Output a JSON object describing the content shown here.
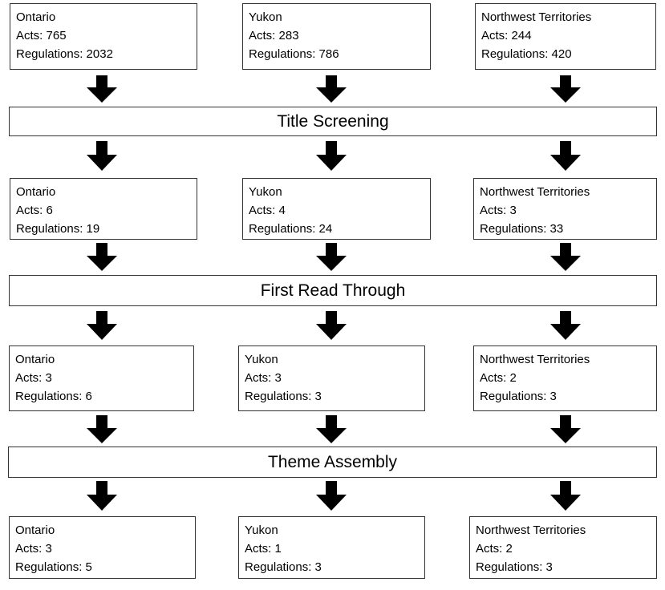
{
  "stages": [
    "Title Screening",
    "First Read Through",
    "Theme Assembly"
  ],
  "rows": [
    [
      {
        "jurisdiction": "Ontario",
        "acts": "Acts: 765",
        "regulations": "Regulations: 2032"
      },
      {
        "jurisdiction": "Yukon",
        "acts": "Acts: 283",
        "regulations": "Regulations: 786"
      },
      {
        "jurisdiction": "Northwest Territories",
        "acts": "Acts: 244",
        "regulations": "Regulations: 420"
      }
    ],
    [
      {
        "jurisdiction": "Ontario",
        "acts": "Acts: 6",
        "regulations": "Regulations: 19"
      },
      {
        "jurisdiction": "Yukon",
        "acts": "Acts: 4",
        "regulations": "Regulations: 24"
      },
      {
        "jurisdiction": "Northwest Territories",
        "acts": "Acts: 3",
        "regulations": "Regulations: 33"
      }
    ],
    [
      {
        "jurisdiction": "Ontario",
        "acts": "Acts: 3",
        "regulations": "Regulations: 6"
      },
      {
        "jurisdiction": "Yukon",
        "acts": "Acts: 3",
        "regulations": "Regulations: 3"
      },
      {
        "jurisdiction": "Northwest Territories",
        "acts": "Acts: 2",
        "regulations": "Regulations: 3"
      }
    ],
    [
      {
        "jurisdiction": "Ontario",
        "acts": "Acts: 3",
        "regulations": "Regulations: 5"
      },
      {
        "jurisdiction": "Yukon",
        "acts": "Acts: 1",
        "regulations": "Regulations: 3"
      },
      {
        "jurisdiction": "Northwest Territories",
        "acts": "Acts: 2",
        "regulations": "Regulations: 3"
      }
    ]
  ]
}
